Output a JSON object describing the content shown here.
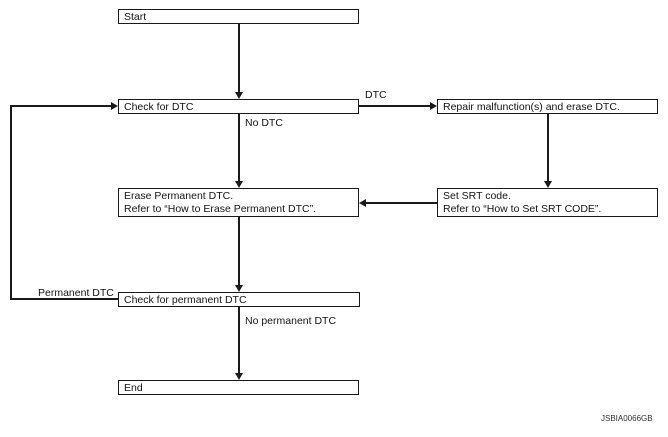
{
  "figure": {
    "id_code": "JSBIA0066GB"
  },
  "flowchart": {
    "type": "flowchart",
    "nodes": {
      "start": {
        "label": "Start"
      },
      "check_dtc": {
        "label": "Check for DTC"
      },
      "repair": {
        "label": "Repair malfunction(s) and erase DTC."
      },
      "erase_permanent": {
        "label_line1": "Erase Permanent DTC.",
        "label_line2": "Refer to “How to Erase Permanent DTC”."
      },
      "set_srt": {
        "label_line1": "Set SRT code.",
        "label_line2": "Refer to “How to Set SRT CODE”."
      },
      "check_permanent": {
        "label": "Check for permanent DTC"
      },
      "end": {
        "label": "End"
      }
    },
    "edge_labels": {
      "dtc": "DTC",
      "no_dtc": "No DTC",
      "permanent_dtc": "Permanent DTC",
      "no_permanent_dtc": "No permanent DTC"
    },
    "colors": {
      "line": "#1a1a1a",
      "background": "#ffffff"
    }
  }
}
